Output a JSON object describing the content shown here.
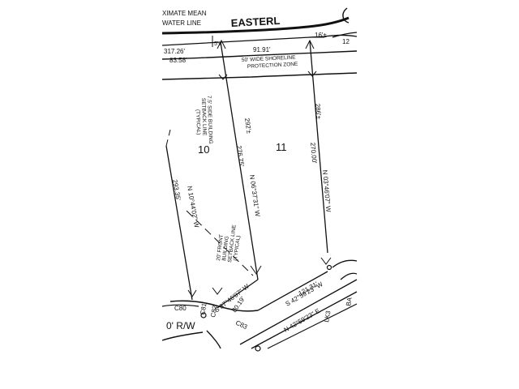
{
  "colors": {
    "ink": "#111111",
    "paper": "#ffffff"
  },
  "labels": {
    "mean_water_1": "XIMATE MEAN",
    "mean_water_2": "WATER LINE",
    "easement": "EASTERL",
    "dist_317": "317.26'",
    "dist_83": "83.58'",
    "dist_5": "5'±",
    "dist_91": "91.91'",
    "dist_16": "16'±",
    "dist_12": "12",
    "shoreline_1": "50' WIDE SHORELINE",
    "shoreline_2": "PROTECTION ZONE",
    "side_setback_1": "7.5' SIDE BUILDING",
    "side_setback_2": "SETBACK LINE",
    "side_setback_3": "(TYPICAL)",
    "lot_10": "10",
    "lot_11": "11",
    "dist_292": "292'±",
    "dist_276": "276.75'",
    "bearing_1": "N 06°37'31\" W",
    "dist_286": "286'±",
    "dist_270": "270.00'",
    "bearing_2": "N 03°46'07\" W",
    "dist_293": "293.35'",
    "bearing_3": "N 10°44'02\" W",
    "front_setback_1": "20' FRONT",
    "front_setback_2": "BUILDING",
    "front_setback_3": "SETBACK LINE",
    "front_setback_4": "(TYPICAL)",
    "bearing_4": "S 37°46'07\" W",
    "dist_80": "80.19'",
    "bearing_5": "S 42°59'23\" W",
    "dist_121": "121.31'",
    "bearing_6": "N 42°59'23\" E",
    "c80": "C80",
    "c81": "C81",
    "c82": "C82",
    "c83": "C83",
    "row": "0' R/W",
    "road_fragment": "LK3",
    "ba_fragment": "BA"
  }
}
